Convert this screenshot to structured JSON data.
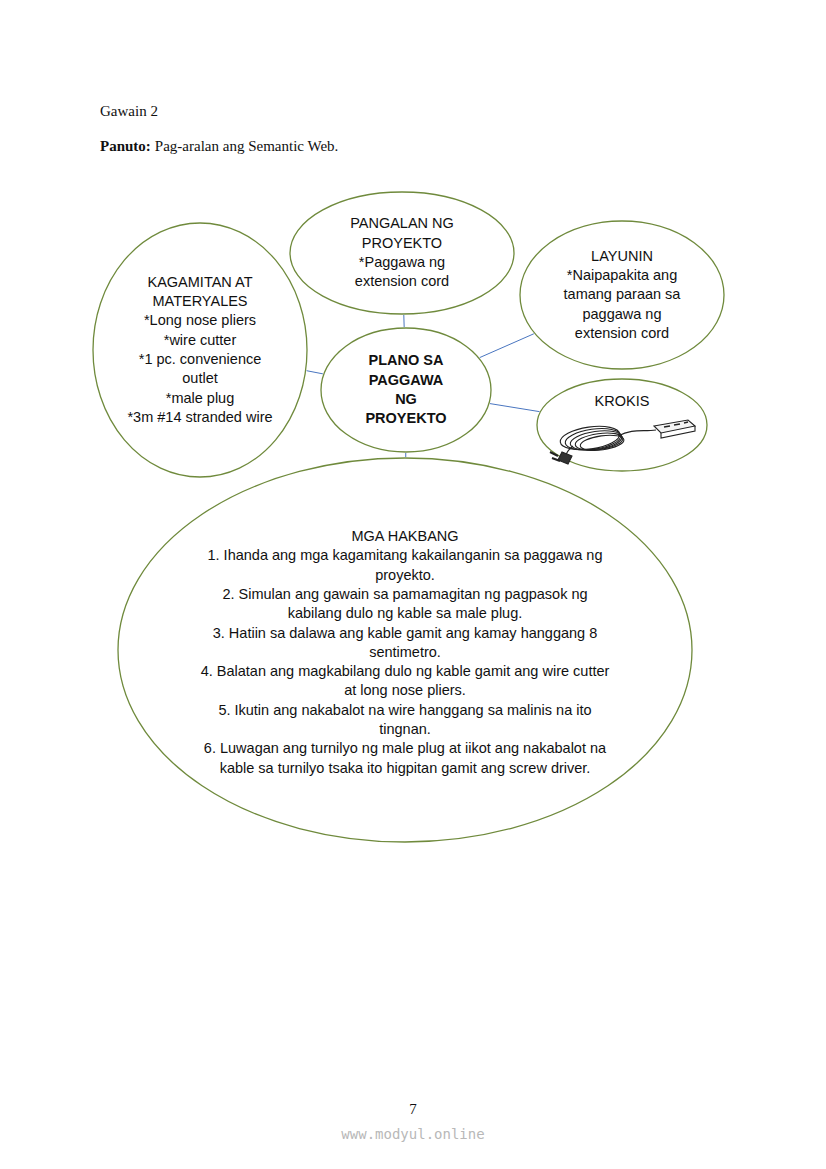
{
  "diagram": {
    "nodes": [
      {
        "text": [
          "PANGALAN NG PROYEKTO",
          "*Paggawa ng extension cord"
        ]
      },
      {
        "text": [
          "KAGAMITAN AT MATERYALES",
          "*Long nose pliers",
          "*wire cutter",
          "*1 pc. convenience outlet",
          "*male plug",
          "*3m #14 stranded wire"
        ]
      },
      {
        "text": [
          "LAYUNIN",
          "*Naipapakita ang tamang paraan sa paggawa ng extension cord"
        ]
      },
      {
        "text": [
          "PLANO SA PAGGAWA NG PROYEKTO"
        ]
      },
      {
        "text": [
          "KROKIS"
        ]
      },
      {
        "text": [
          "MGA HAKBANG",
          "1. Ihanda ang mga kagamitang kakailanganin sa paggawa ng proyekto.",
          "2. Simulan ang gawain sa pamamagitan ng pagpasok ng kabilang dulo ng kable sa male plug.",
          "3. Hatiin sa dalawa ang kable gamit ang kamay hanggang 8 sentimetro.",
          "4. Balatan ang magkabilang dulo ng kable gamit ang wire cutter at long nose pliers.",
          "5. Ikutin ang nakabalot na wire hanggang sa malinis na ito tingnan.",
          "6. Luwagan ang turnilyo ng male plug at iikot ang nakabalot na kable sa turnilyo tsaka ito higpitan gamit ang screw driver."
        ]
      }
    ],
    "edges": [
      {
        "from": 3,
        "to": 0,
        "arrow": "none"
      },
      {
        "from": 3,
        "to": 1,
        "arrow": "none"
      },
      {
        "from": 3,
        "to": 2,
        "arrow": "none"
      },
      {
        "from": 3,
        "to": 4,
        "arrow": "none"
      },
      {
        "from": 3,
        "to": 5,
        "arrow": "none"
      }
    ],
    "labels": [
      "Gawain 2",
      "Panuto:",
      "Pag-aralan ang Semantic Web.",
      "7",
      "www.modyul.online"
    ]
  }
}
